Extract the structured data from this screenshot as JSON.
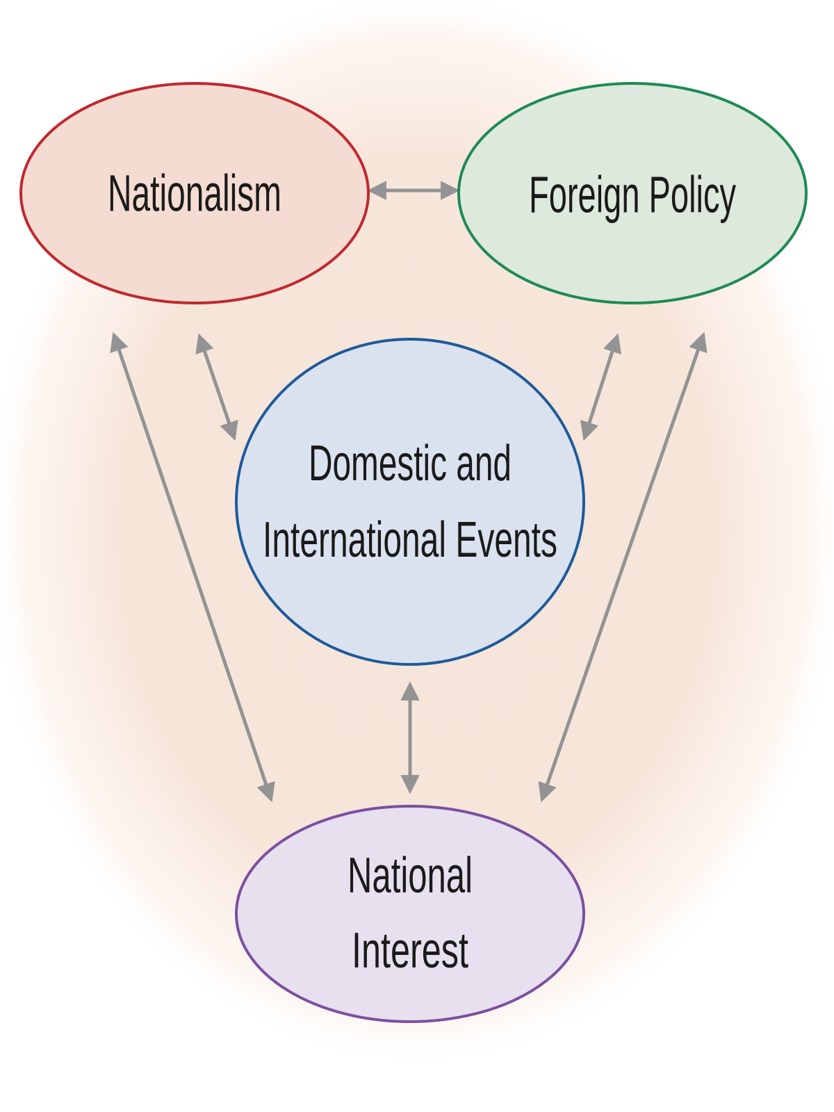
{
  "diagram": {
    "nodes": {
      "nationalism": {
        "label": "Nationalism",
        "stroke": "#c0282f",
        "fill": "#f4dcd2"
      },
      "foreign_policy": {
        "label": "Foreign Policy",
        "stroke": "#1e8a55",
        "fill": "#dde9dc"
      },
      "events": {
        "line1": "Domestic and",
        "line2": "International Events",
        "stroke": "#1e5a9c",
        "fill": "#dbe2ef"
      },
      "national_interest": {
        "line1": "National",
        "line2": "Interest",
        "stroke": "#7b4fa0",
        "fill": "#e7e0ee"
      }
    },
    "arrow_color": "#939393",
    "background_glow": "#f3d8c5"
  }
}
